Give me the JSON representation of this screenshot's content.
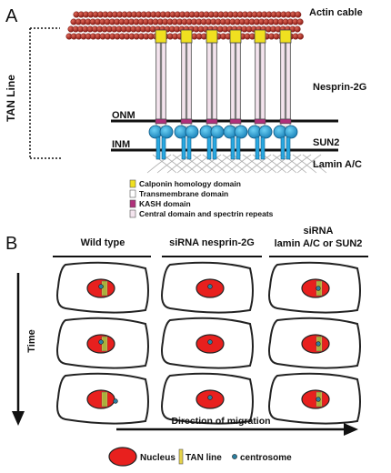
{
  "panel_a": {
    "letter": "A",
    "labels": {
      "actin": "Actin cable",
      "tan_line": "TAN Line",
      "nesprin": "Nesprin-2G",
      "onm": "ONM",
      "inm": "INM",
      "sun2": "SUN2",
      "lamin": "Lamin A/C"
    },
    "legend": [
      {
        "label": "Calponin homology domain",
        "color": "#f0e020"
      },
      {
        "label": "Transmembrane domain",
        "color": "#ffffff"
      },
      {
        "label": "KASH domain",
        "color": "#b0307a"
      },
      {
        "label": "Central domain and spectrin repeats",
        "color": "#f4e4ee"
      }
    ]
  },
  "panel_b": {
    "letter": "B",
    "columns": [
      {
        "title_lines": [
          "Wild type"
        ]
      },
      {
        "title_lines": [
          "siRNA nesprin-2G"
        ]
      },
      {
        "title_lines": [
          "siRNA",
          "lamin A/C or SUN2"
        ]
      }
    ],
    "time_label": "Time",
    "migration_label": "Direction of migration",
    "legend": [
      {
        "label": "Nucleus"
      },
      {
        "label": "TAN line"
      },
      {
        "label": "centrosome"
      }
    ]
  },
  "colors": {
    "actin": "#a52a22",
    "nucleus": "#e8201e",
    "tan_line": "#e6d34a",
    "tan_stripe": "#4a7a2a",
    "nesprin": "#f4e4ee",
    "sun2": "#29a8e0",
    "centrosome": "#2a7fa0"
  }
}
